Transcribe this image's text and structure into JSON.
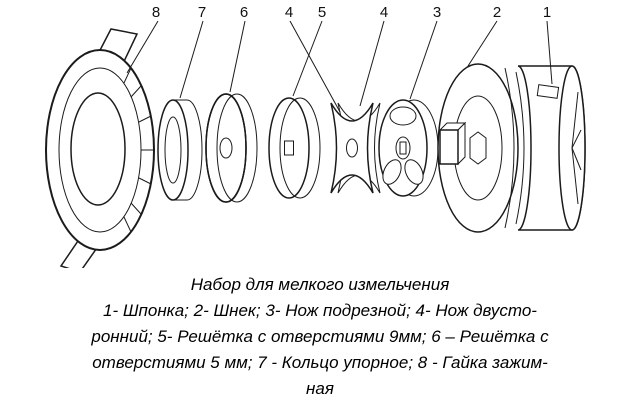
{
  "diagram": {
    "callouts": [
      {
        "label": "8"
      },
      {
        "label": "7"
      },
      {
        "label": "6"
      },
      {
        "label": "4"
      },
      {
        "label": "5"
      },
      {
        "label": "4"
      },
      {
        "label": "3"
      },
      {
        "label": "2"
      },
      {
        "label": "1"
      }
    ]
  },
  "caption": {
    "title": "Набор для мелкого измельчения",
    "lines": [
      "1- Шпонка; 2- Шнек; 3- Нож подрезной; 4- Нож двусто-",
      "ронний; 5- Решётка с отверстиями 9мм; 6 – Решётка с",
      "отверстиями 5 мм; 7 - Кольцо упорное; 8 - Гайка зажим-",
      "ная"
    ]
  }
}
